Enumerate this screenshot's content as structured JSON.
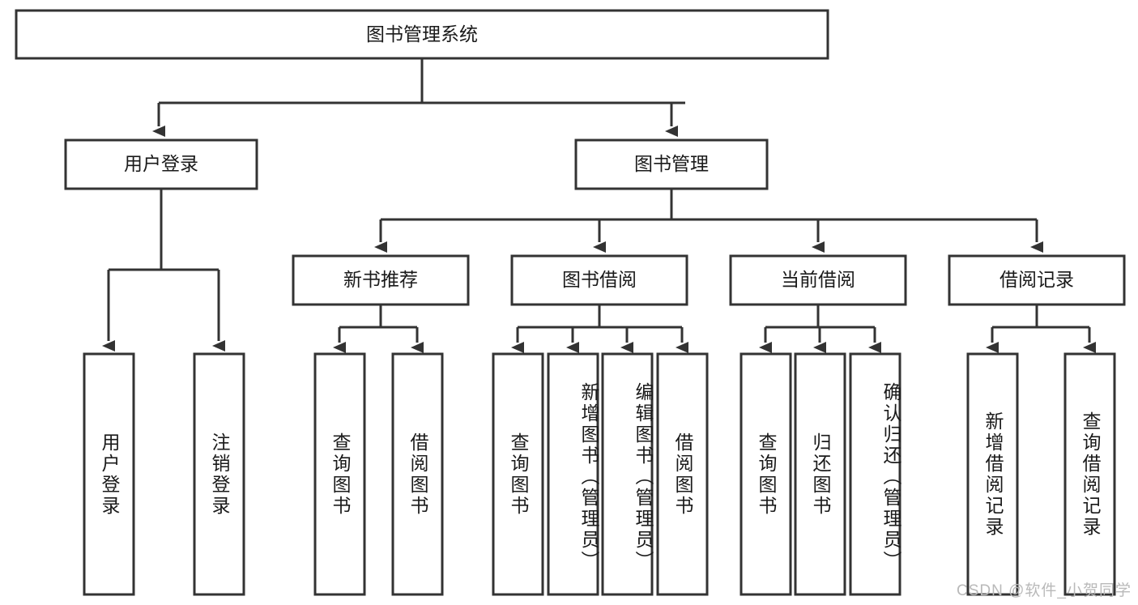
{
  "diagram": {
    "title": "图书管理系统",
    "type": "tree-hierarchy",
    "root": {
      "label": "图书管理系统"
    },
    "level2": [
      {
        "label": "用户登录"
      },
      {
        "label": "图书管理"
      }
    ],
    "level3": [
      {
        "label": "新书推荐"
      },
      {
        "label": "图书借阅"
      },
      {
        "label": "当前借阅"
      },
      {
        "label": "借阅记录"
      }
    ],
    "leaves": {
      "user_login": [
        {
          "label": "用户登录"
        },
        {
          "label": "注销登录"
        }
      ],
      "new_book_recommend": [
        {
          "label": "查询图书"
        },
        {
          "label": "借阅图书"
        }
      ],
      "book_borrow": [
        {
          "label": "查询图书"
        },
        {
          "label": "新增图书（管理员）"
        },
        {
          "label": "编辑图书（管理员）"
        },
        {
          "label": "借阅图书"
        }
      ],
      "current_borrow": [
        {
          "label": "查询图书"
        },
        {
          "label": "归还图书"
        },
        {
          "label": "确认归还（管理员）"
        }
      ],
      "borrow_record": [
        {
          "label": "新增借阅记录"
        },
        {
          "label": "查询借阅记录"
        }
      ]
    }
  },
  "watermark": {
    "text": "CSDN @软件_小贺同学"
  },
  "colors": {
    "stroke": "#333333",
    "box_fill": "#ffffff",
    "text": "#1a1a1a",
    "watermark": "#b9b9b9"
  }
}
